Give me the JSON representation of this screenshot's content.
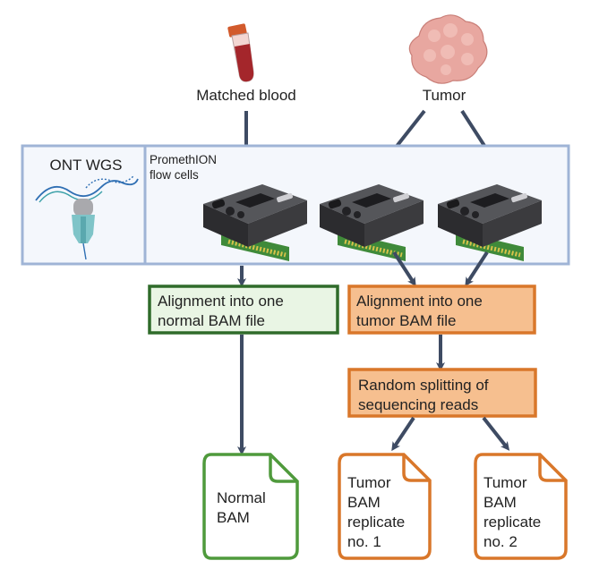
{
  "sources": {
    "blood_label": "Matched blood",
    "tumor_label": "Tumor"
  },
  "sequencing": {
    "method_label": "ONT WGS",
    "flow_cell_label_line1": "PromethION",
    "flow_cell_label_line2": "flow cells"
  },
  "alignment": {
    "normal_line1": "Alignment into one",
    "normal_line2": "normal BAM file",
    "tumor_line1": "Alignment into one",
    "tumor_line2": "tumor BAM file"
  },
  "splitting": {
    "line1": "Random splitting of",
    "line2": "sequencing reads"
  },
  "outputs": {
    "normal_line1": "Normal",
    "normal_line2": "BAM",
    "rep1_line1": "Tumor",
    "rep1_line2": "BAM",
    "rep1_line3": "replicate",
    "rep1_line4": "no. 1",
    "rep2_line1": "Tumor",
    "rep2_line2": "BAM",
    "rep2_line3": "replicate",
    "rep2_line4": "no. 2"
  },
  "colors": {
    "panel_border": "#9fb4d6",
    "panel_fill": "#f4f7fc",
    "arrow": "#3e4b63",
    "green_border": "#2f6b2a",
    "green_fill": "#e9f5e4",
    "green_doc": "#4f9a3c",
    "orange_border": "#d9772a",
    "orange_fill": "#f6bf8f",
    "tube_cap": "#d25a2c",
    "tube_blood": "#a4262b",
    "tumor_fill": "#e8a7a0",
    "flowcell_body": "#3b3b3e",
    "flowcell_pcb": "#3f8a3a"
  }
}
